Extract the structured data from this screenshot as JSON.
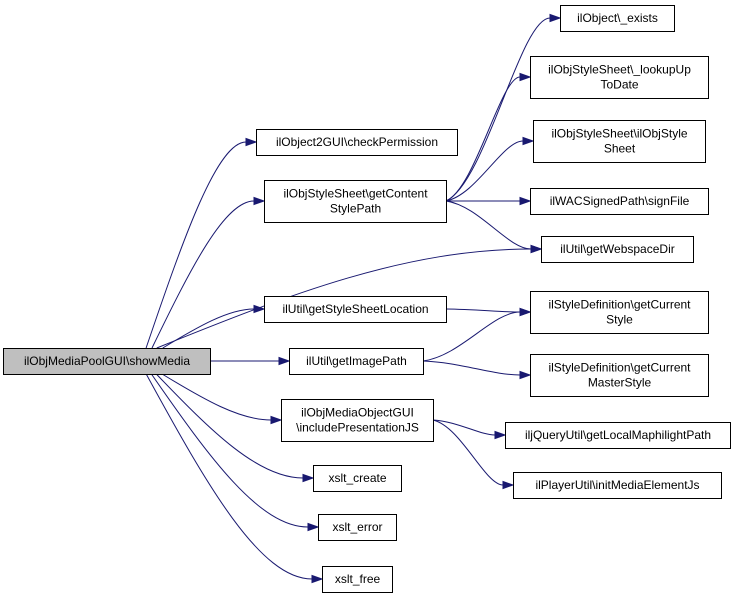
{
  "graph": {
    "root": "ilObjMediaPoolGUI\\showMedia",
    "nodes": {
      "showMedia": [
        "ilObjMediaPoolGUI\\showMedia"
      ],
      "checkPermission": [
        "ilObject2GUI\\checkPermission"
      ],
      "getContentStylePath": [
        "ilObjStyleSheet\\getContent",
        "StylePath"
      ],
      "getWebspaceDir": [
        "ilUtil\\getWebspaceDir"
      ],
      "getStyleSheetLocation": [
        "ilUtil\\getStyleSheetLocation"
      ],
      "getImagePath": [
        "ilUtil\\getImagePath"
      ],
      "includePresentationJS": [
        "ilObjMediaObjectGUI",
        "\\includePresentationJS"
      ],
      "xslt_create": [
        "xslt_create"
      ],
      "xslt_error": [
        "xslt_error"
      ],
      "xslt_free": [
        "xslt_free"
      ],
      "ilObject_exists": [
        "ilObject\\_exists"
      ],
      "lookUpToDate": [
        "ilObjStyleSheet\\_lookupUp",
        "ToDate"
      ],
      "ilObjStyleSheet": [
        "ilObjStyleSheet\\ilObjStyle",
        "Sheet"
      ],
      "signFile": [
        "ilWACSignedPath\\signFile"
      ],
      "getCurrentStyle": [
        "ilStyleDefinition\\getCurrent",
        "Style"
      ],
      "getCurrentMasterStyle": [
        "ilStyleDefinition\\getCurrent",
        "MasterStyle"
      ],
      "getLocalMaphilightPath": [
        "iljQueryUtil\\getLocalMaphilightPath"
      ],
      "initMediaElementJs": [
        "ilPlayerUtil\\initMediaElementJs"
      ]
    },
    "edges": [
      [
        "showMedia",
        "checkPermission"
      ],
      [
        "showMedia",
        "getContentStylePath"
      ],
      [
        "showMedia",
        "getWebspaceDir"
      ],
      [
        "showMedia",
        "getStyleSheetLocation"
      ],
      [
        "showMedia",
        "getImagePath"
      ],
      [
        "showMedia",
        "includePresentationJS"
      ],
      [
        "showMedia",
        "xslt_create"
      ],
      [
        "showMedia",
        "xslt_error"
      ],
      [
        "showMedia",
        "xslt_free"
      ],
      [
        "getContentStylePath",
        "ilObject_exists"
      ],
      [
        "getContentStylePath",
        "lookUpToDate"
      ],
      [
        "getContentStylePath",
        "ilObjStyleSheet"
      ],
      [
        "getContentStylePath",
        "signFile"
      ],
      [
        "getContentStylePath",
        "getWebspaceDir"
      ],
      [
        "getStyleSheetLocation",
        "getCurrentStyle"
      ],
      [
        "getImagePath",
        "getCurrentStyle"
      ],
      [
        "getImagePath",
        "getCurrentMasterStyle"
      ],
      [
        "includePresentationJS",
        "getLocalMaphilightPath"
      ],
      [
        "includePresentationJS",
        "initMediaElementJs"
      ]
    ],
    "colors": {
      "edge": "#191970",
      "root_fill": "#bfbfbf",
      "node_fill": "#ffffff",
      "border": "#000000"
    }
  }
}
